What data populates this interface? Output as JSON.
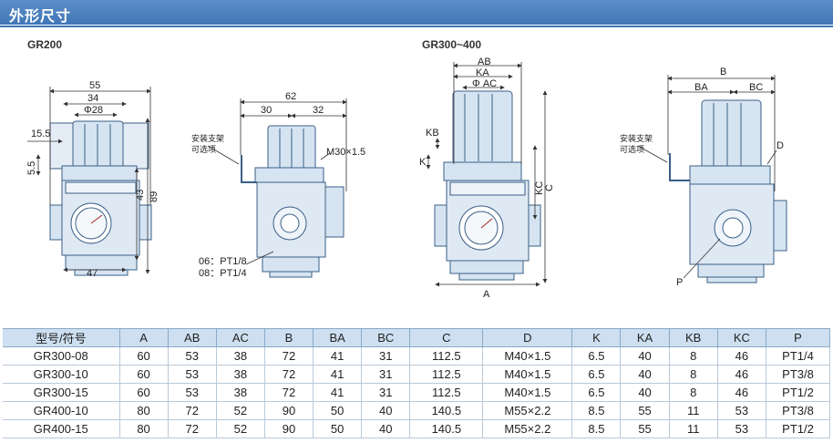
{
  "section_title": "外形尺寸",
  "models": {
    "left": "GR200",
    "right": "GR300~400"
  },
  "gr200_front": {
    "dims": [
      "55",
      "34",
      "Φ28",
      "15.5",
      "5.5",
      "43",
      "89",
      "47"
    ]
  },
  "gr200_side": {
    "dims": [
      "62",
      "30",
      "32"
    ],
    "thread": "M30×1.5",
    "bracket_note": [
      "安装支架",
      "可选项"
    ],
    "ports": [
      "06：PT1/8",
      "08：PT1/4"
    ]
  },
  "gr300_front": {
    "dims": [
      "AB",
      "KA",
      "Φ AC",
      "KB",
      "K",
      "KC",
      "C",
      "A"
    ]
  },
  "gr300_side": {
    "dims": [
      "B",
      "BA",
      "BC",
      "D",
      "P"
    ],
    "bracket_note": [
      "安装支架",
      "可选项"
    ]
  },
  "table": {
    "headers": [
      "型号/符号",
      "A",
      "AB",
      "AC",
      "B",
      "BA",
      "BC",
      "C",
      "D",
      "K",
      "KA",
      "KB",
      "KC",
      "P"
    ],
    "rows": [
      [
        "GR300-08",
        "60",
        "53",
        "38",
        "72",
        "41",
        "31",
        "112.5",
        "M40×1.5",
        "6.5",
        "40",
        "8",
        "46",
        "PT1/4"
      ],
      [
        "GR300-10",
        "60",
        "53",
        "38",
        "72",
        "41",
        "31",
        "112.5",
        "M40×1.5",
        "6.5",
        "40",
        "8",
        "46",
        "PT3/8"
      ],
      [
        "GR300-15",
        "60",
        "53",
        "38",
        "72",
        "41",
        "31",
        "112.5",
        "M40×1.5",
        "6.5",
        "40",
        "8",
        "46",
        "PT1/2"
      ],
      [
        "GR400-10",
        "80",
        "72",
        "52",
        "90",
        "50",
        "40",
        "140.5",
        "M55×2.2",
        "8.5",
        "55",
        "11",
        "53",
        "PT3/8"
      ],
      [
        "GR400-15",
        "80",
        "72",
        "52",
        "90",
        "50",
        "40",
        "140.5",
        "M55×2.2",
        "8.5",
        "55",
        "11",
        "53",
        "PT1/2"
      ]
    ]
  },
  "colors": {
    "title_bar": "#4a80bf",
    "body_fill": "#d6e4f2",
    "outline": "#3a5f86",
    "header_fill": "#cddff0"
  }
}
